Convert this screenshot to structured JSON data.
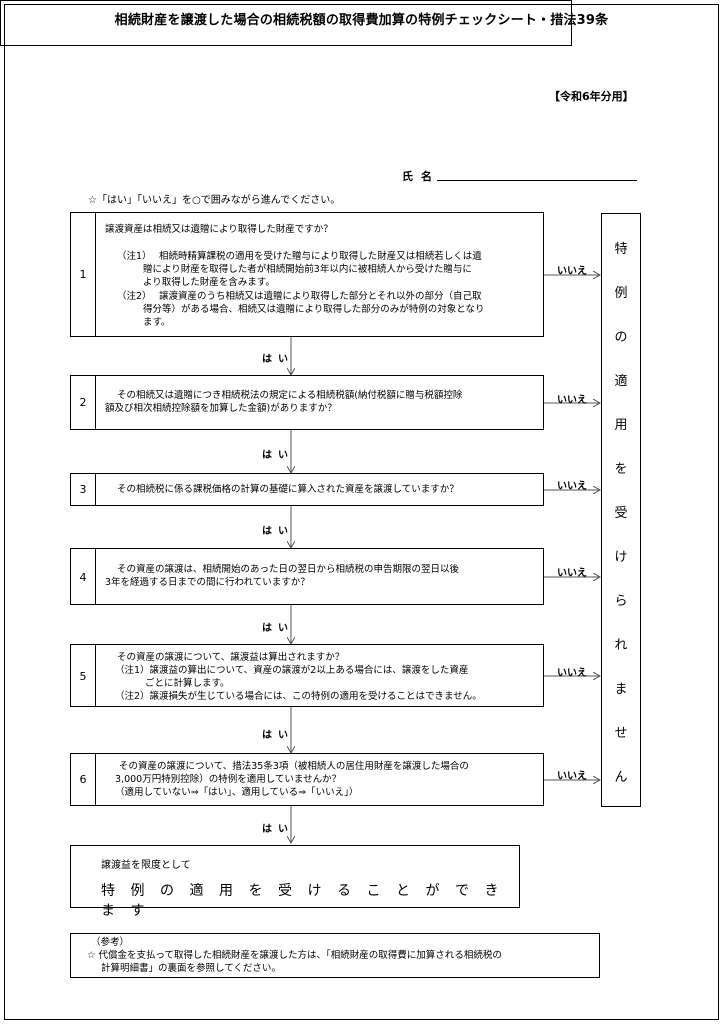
{
  "header": {
    "year_label": "【令和6年分用】",
    "title": "相続財産を譲渡した場合の相続税額の取得費加算の特例チェックシート・措法39条",
    "name_label": "氏名",
    "instruction": "☆「はい」「いいえ」を○で囲みながら進んでください。"
  },
  "questions": [
    {
      "num": "1",
      "text": "譲渡資産は相続又は遺贈により取得した財産ですか？",
      "notes": [
        {
          "label": "（注1）",
          "lines": [
            "相続時精算課税の適用を受けた贈与により取得した財産又は相続若しくは遺",
            "贈により財産を取得した者が相続開始前3年以内に被相続人から受けた贈与に",
            "より取得した財産を含みます。"
          ]
        },
        {
          "label": "（注2）",
          "lines": [
            "譲渡資産のうち相続又は遺贈により取得した部分とそれ以外の部分（自己取",
            "得分等）がある場合、相続又は遺贈により取得した部分のみが特例の対象となり",
            "ます。"
          ]
        }
      ]
    },
    {
      "num": "2",
      "lines": [
        "その相続又は遺贈につき相続税法の規定による相続税額(納付税額に贈与税額控除",
        "額及び相次相続控除額を加算した金額)がありますか？"
      ]
    },
    {
      "num": "3",
      "lines": [
        "その相続税に係る課税価格の計算の基礎に算入された資産を譲渡していますか？"
      ]
    },
    {
      "num": "4",
      "lines": [
        "その資産の譲渡は、相続開始のあった日の翌日から相続税の申告期限の翌日以後",
        "3年を経過する日までの間に行われていますか？"
      ]
    },
    {
      "num": "5",
      "lines": [
        "その資産の譲渡について、譲渡益は算出されますか？",
        "（注1）譲渡益の算出について、資産の譲渡が2以上ある場合には、譲渡をした資産",
        "ごとに計算します。",
        "（注2）譲渡損失が生じている場合には、この特例の適用を受けることはできません。"
      ]
    },
    {
      "num": "6",
      "lines": [
        "その資産の譲渡について、措法35条3項（被相続人の居住用財産を譲渡した場合の",
        "3,000万円特別控除）の特例を適用していませんか？",
        "（適用していない⇒「はい」、適用している⇒「いいえ」）"
      ]
    }
  ],
  "flow": {
    "yes_label": "はい",
    "no_label": "いいえ"
  },
  "not_applicable_chars": [
    "特",
    "例",
    "の",
    "適",
    "用",
    "を",
    "受",
    "け",
    "ら",
    "れ",
    "ま",
    "せ",
    "ん"
  ],
  "result": {
    "sub": "譲渡益を限度として",
    "main": "特例の適用を受けることができます"
  },
  "reference": {
    "heading": "（参考）",
    "lines": [
      "☆ 代償金を支払って取得した相続財産を譲渡した方は、「相続財産の取得費に加算される相続税の",
      "計算明細書」の裏面を参照してください。"
    ]
  }
}
